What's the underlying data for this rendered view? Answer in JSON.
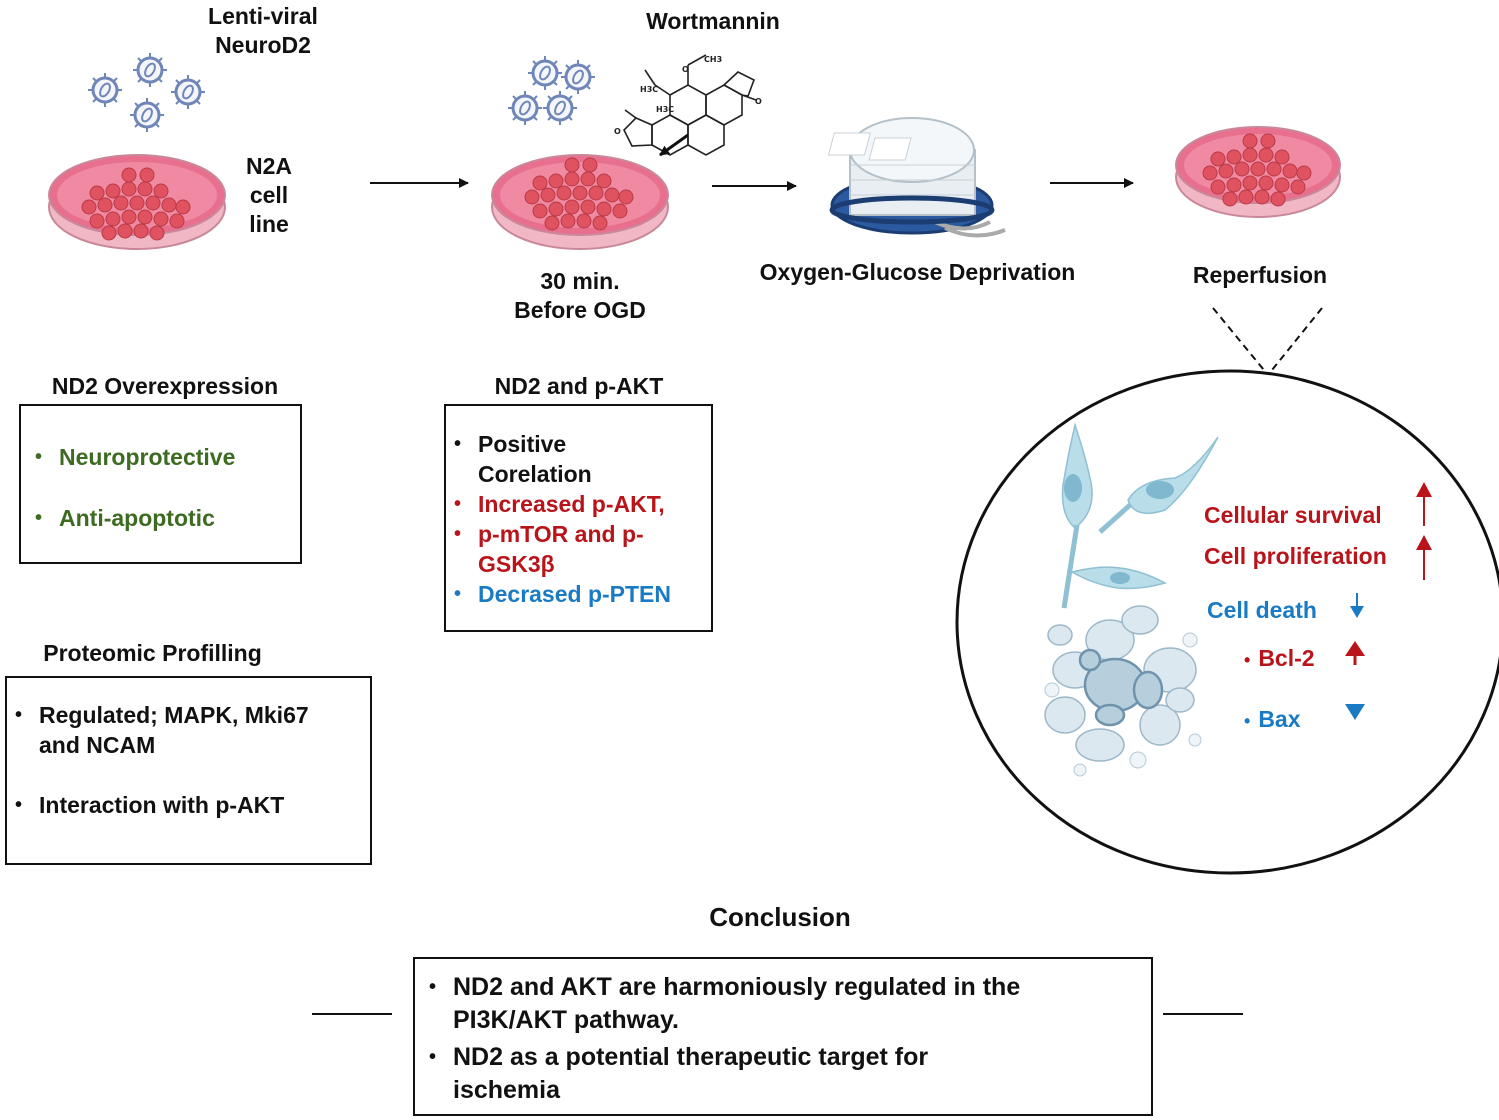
{
  "steps": {
    "lentiviral": {
      "label_line1": "Lenti-viral",
      "label_line2": "NeuroD2"
    },
    "n2a": {
      "line1": "N2A",
      "line2": "cell",
      "line3": "line"
    },
    "wortmannin": {
      "label": "Wortmannin",
      "timing_line1": "30 min.",
      "timing_line2": "Before OGD"
    },
    "ogd": {
      "label": "Oxygen-Glucose Deprivation"
    },
    "reperfusion": {
      "label": "Reperfusion"
    }
  },
  "nd2_overexpression": {
    "title": "ND2 Overexpression",
    "items": [
      "Neuroprotective",
      "Anti-apoptotic"
    ]
  },
  "nd2_pakt": {
    "title": "ND2 and p-AKT",
    "items": [
      {
        "text_line1": "Positive",
        "text_line2": "Corelation",
        "color": "#111111"
      },
      {
        "text_line1": "Increased p-AKT,",
        "text_line2": "",
        "color": "#b8141a"
      },
      {
        "text_line1": "p-mTOR and p-",
        "text_line2": "GSK3β",
        "color": "#b8141a"
      },
      {
        "text_line1": "Decrased p-PTEN",
        "text_line2": "",
        "color": "#1a7bc4"
      }
    ]
  },
  "proteomic": {
    "title": "Proteomic Profilling",
    "items": [
      {
        "line1": "Regulated; MAPK, Mki67",
        "line2": "and NCAM"
      },
      {
        "line1": "Interaction with p-AKT",
        "line2": ""
      }
    ]
  },
  "reperfusion_effects": {
    "cellular_survival": {
      "label": "Cellular survival",
      "direction": "up",
      "color": "#b8141a"
    },
    "cell_proliferation": {
      "label": "Cell proliferation",
      "direction": "up",
      "color": "#b8141a"
    },
    "cell_death": {
      "label": "Cell death",
      "direction": "down",
      "color": "#1a7bc4"
    },
    "bcl2": {
      "label": "Bcl-2",
      "direction": "up",
      "color": "#b8141a"
    },
    "bax": {
      "label": "Bax",
      "direction": "down",
      "color": "#1a7bc4"
    }
  },
  "conclusion": {
    "title": "Conclusion",
    "items": [
      {
        "line1": "ND2 and AKT are harmoniously regulated in the",
        "line2": "PI3K/AKT pathway."
      },
      {
        "line1": "ND2 as a potential therapeutic target for",
        "line2": "ischemia"
      }
    ]
  },
  "icons": [
    "virus-icon",
    "petri-dish-icon",
    "molecule-icon",
    "hypoxia-chamber-icon",
    "neuron-icon",
    "apoptotic-cell-icon"
  ],
  "colors": {
    "dish_pink": "#e8708e",
    "cell_red": "#e0525f",
    "virus_blue": "#6f86b8",
    "chamber_blue": "#2c5aa0",
    "neuron_blue": "#a9d3e3"
  }
}
